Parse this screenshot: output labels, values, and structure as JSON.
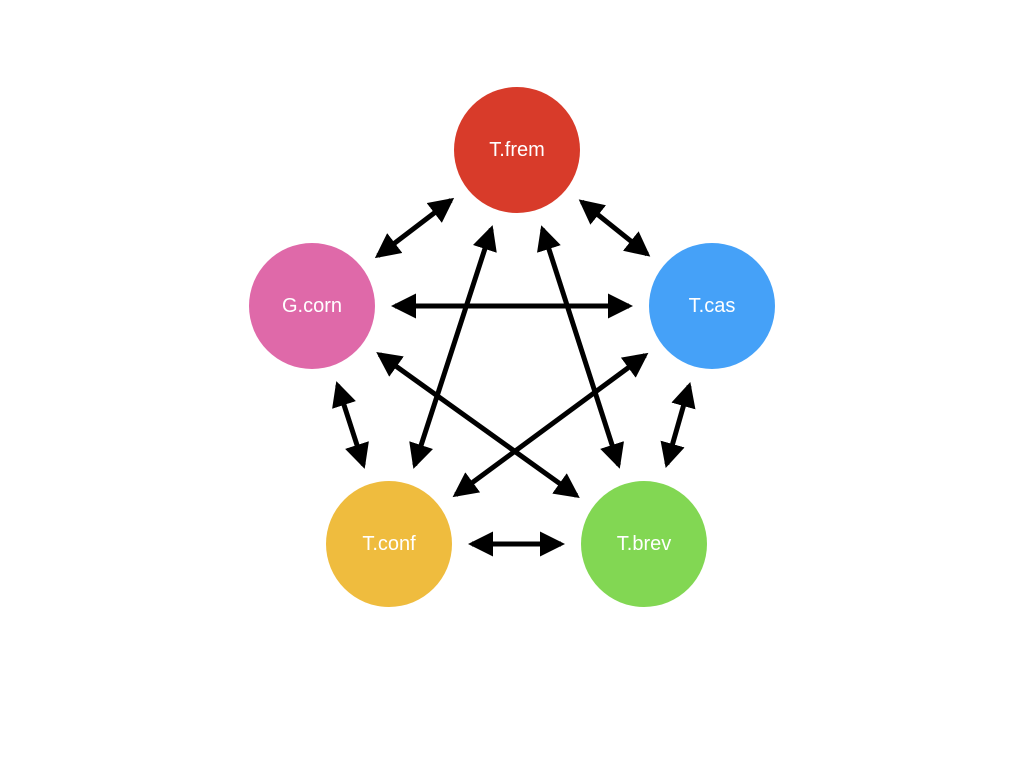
{
  "diagram": {
    "colors": {
      "background": "#ffffff",
      "edge": "#000000",
      "label": "#ffffff"
    },
    "nodes": {
      "frem": {
        "label": "T.frem",
        "color": "#d83b2a"
      },
      "cas": {
        "label": "T.cas",
        "color": "#45a1f8"
      },
      "brev": {
        "label": "T.brev",
        "color": "#82d753"
      },
      "conf": {
        "label": "T.conf",
        "color": "#efbc3e"
      },
      "corn": {
        "label": "G.corn",
        "color": "#df69a9"
      }
    },
    "edges": [
      {
        "from": "frem",
        "to": "cas",
        "direction": "both"
      },
      {
        "from": "frem",
        "to": "corn",
        "direction": "both"
      },
      {
        "from": "frem",
        "to": "conf",
        "direction": "both"
      },
      {
        "from": "frem",
        "to": "brev",
        "direction": "both"
      },
      {
        "from": "corn",
        "to": "cas",
        "direction": "both"
      },
      {
        "from": "corn",
        "to": "conf",
        "direction": "both"
      },
      {
        "from": "corn",
        "to": "brev",
        "direction": "both"
      },
      {
        "from": "cas",
        "to": "conf",
        "direction": "both"
      },
      {
        "from": "cas",
        "to": "brev",
        "direction": "both"
      },
      {
        "from": "conf",
        "to": "brev",
        "direction": "both"
      }
    ]
  }
}
